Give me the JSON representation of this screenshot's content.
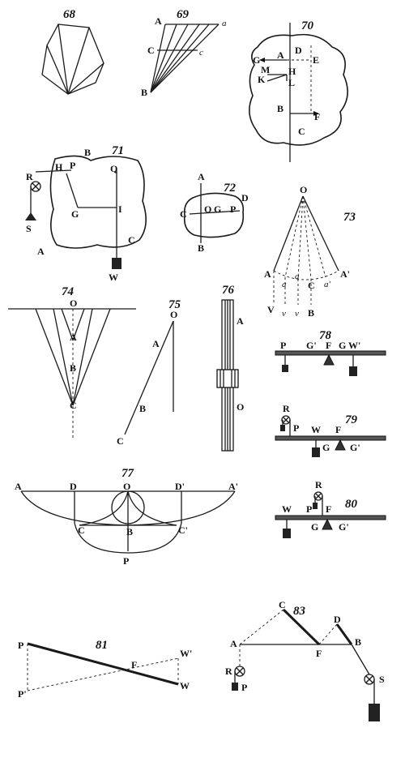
{
  "figures": {
    "f68": {
      "number": "68"
    },
    "f69": {
      "number": "69",
      "labels": {
        "A": "A",
        "a": "a",
        "C": "C",
        "c": "c",
        "B": "B"
      }
    },
    "f70": {
      "number": "70",
      "labels": {
        "D": "D",
        "G": "G",
        "A": "A",
        "E": "E",
        "M": "M",
        "H": "H",
        "K": "K",
        "L": "L",
        "B": "B",
        "F": "F",
        "C": "C"
      }
    },
    "f71": {
      "number": "71",
      "labels": {
        "B": "B",
        "R": "R",
        "H": "H",
        "P": "P",
        "Q": "Q",
        "G": "G",
        "I": "I",
        "S": "S",
        "A": "A",
        "C": "C",
        "W": "W"
      }
    },
    "f72": {
      "number": "72",
      "labels": {
        "A": "A",
        "D": "D",
        "C": "C",
        "O": "O",
        "G": "G",
        "P": "P",
        "B": "B"
      }
    },
    "f73": {
      "number": "73",
      "labels": {
        "O": "O",
        "A": "A",
        "a1": "a",
        "a2": "a",
        "a3": "a'",
        "A2": "A'",
        "C": "C",
        "V": "V",
        "v1": "v",
        "v2": "v",
        "B": "B"
      }
    },
    "f74": {
      "number": "74",
      "labels": {
        "O": "O",
        "A": "A",
        "B": "B",
        "C": "C"
      }
    },
    "f75": {
      "number": "75",
      "labels": {
        "O": "O",
        "A": "A",
        "B": "B",
        "C": "C"
      }
    },
    "f76": {
      "number": "76",
      "labels": {
        "A": "A",
        "O": "O"
      }
    },
    "f77": {
      "number": "77",
      "labels": {
        "A": "A",
        "D": "D",
        "O": "O",
        "D2": "D'",
        "A2": "A'",
        "C": "C",
        "B": "B",
        "C2": "C'",
        "P": "P"
      }
    },
    "f78": {
      "number": "78",
      "labels": {
        "P": "P",
        "G": "G'",
        "F": "F",
        "G2": "G",
        "W": "W'"
      }
    },
    "f79": {
      "number": "79",
      "labels": {
        "R": "R",
        "P": "P",
        "W": "W",
        "F": "F",
        "G": "G",
        "G2": "G'"
      }
    },
    "f80": {
      "number": "80",
      "labels": {
        "R": "R",
        "W": "W",
        "P": "P",
        "F": "F",
        "G": "G",
        "G2": "G'"
      }
    },
    "f81": {
      "number": "81",
      "labels": {
        "P": "P",
        "W2": "W'",
        "F": "F",
        "P2": "P'",
        "W": "W"
      }
    },
    "f83": {
      "number": "83",
      "labels": {
        "C": "C",
        "D": "D",
        "A": "A",
        "F": "F",
        "B": "B",
        "R": "R",
        "S": "S",
        "P": "P"
      }
    }
  }
}
